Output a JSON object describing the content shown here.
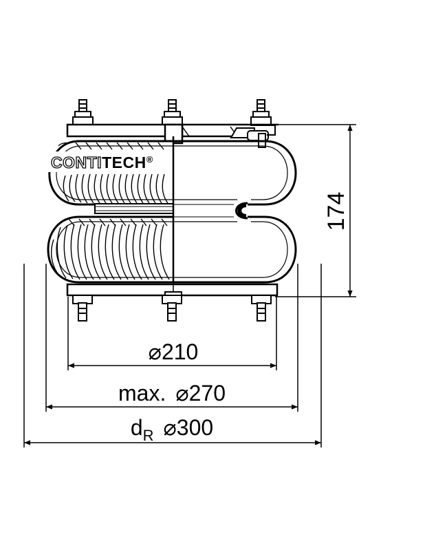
{
  "dimensions": {
    "height_value": "174",
    "plate_diameter": {
      "symbol": "⌀",
      "value": "210"
    },
    "max_diameter": {
      "prefix": "max.",
      "symbol": "⌀",
      "value": "270"
    },
    "piston_diameter": {
      "prefix": "d",
      "subscript": "R",
      "symbol": "⌀",
      "value": "300"
    }
  },
  "logo": {
    "part1": "CONTI",
    "part2": "TECH",
    "mark": "®"
  },
  "colors": {
    "line": "#000000",
    "background": "#ffffff"
  }
}
